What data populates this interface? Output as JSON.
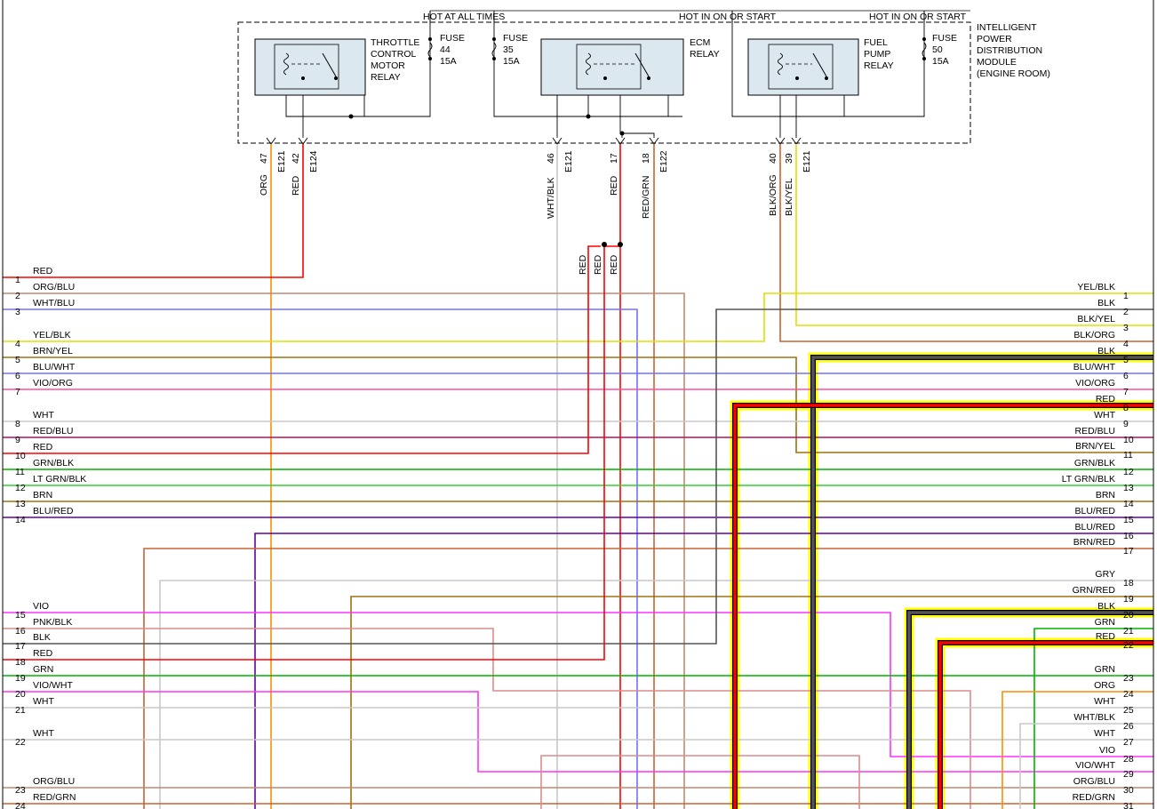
{
  "header": {
    "hot_at_all_times": "HOT AT ALL TIMES",
    "hot_in_on_1": "HOT IN ON OR START",
    "hot_in_on_2": "HOT IN ON OR START"
  },
  "module": [
    "INTELLIGENT",
    "POWER",
    "DISTRIBUTION",
    "MODULE",
    "(ENGINE ROOM)"
  ],
  "relays": {
    "throttle": [
      "THROTTLE",
      "CONTROL",
      "MOTOR",
      "RELAY"
    ],
    "ecm": [
      "ECM",
      "RELAY"
    ],
    "fuel": [
      "FUEL",
      "PUMP",
      "RELAY"
    ]
  },
  "fuses": {
    "f44": [
      "FUSE",
      "44",
      "15A"
    ],
    "f35": [
      "FUSE",
      "35",
      "15A"
    ],
    "f50": [
      "FUSE",
      "50",
      "15A"
    ]
  },
  "connectors": {
    "p47": "47",
    "p42": "42",
    "p46": "46",
    "p17": "17",
    "p18": "18",
    "p40": "40",
    "p39": "39",
    "e121a": "E121",
    "e124": "E124",
    "e121b": "E121",
    "e122": "E122",
    "e121c": "E121"
  },
  "vertical_labels": {
    "org": "ORG",
    "red42": "RED",
    "whtblk": "WHT/BLK",
    "red17": "RED",
    "redgrn": "RED/GRN",
    "blkorg": "BLK/ORG",
    "blkyel": "BLK/YEL",
    "red_a": "RED",
    "red_b": "RED",
    "red_c": "RED"
  },
  "left_pins": [
    {
      "n": "1",
      "label": "RED"
    },
    {
      "n": "2",
      "label": "ORG/BLU"
    },
    {
      "n": "3",
      "label": "WHT/BLU"
    },
    {
      "n": "4",
      "label": "YEL/BLK"
    },
    {
      "n": "5",
      "label": "BRN/YEL"
    },
    {
      "n": "6",
      "label": "BLU/WHT"
    },
    {
      "n": "7",
      "label": "VIO/ORG"
    },
    {
      "n": "8",
      "label": "WHT"
    },
    {
      "n": "9",
      "label": "RED/BLU"
    },
    {
      "n": "10",
      "label": "RED"
    },
    {
      "n": "11",
      "label": "GRN/BLK"
    },
    {
      "n": "12",
      "label": "LT GRN/BLK"
    },
    {
      "n": "13",
      "label": "BRN"
    },
    {
      "n": "14",
      "label": "BLU/RED"
    },
    {
      "n": "15",
      "label": "VIO"
    },
    {
      "n": "16",
      "label": "PNK/BLK"
    },
    {
      "n": "17",
      "label": "BLK"
    },
    {
      "n": "18",
      "label": "RED"
    },
    {
      "n": "19",
      "label": "GRN"
    },
    {
      "n": "20",
      "label": "VIO/WHT"
    },
    {
      "n": "21",
      "label": "WHT"
    },
    {
      "n": "22",
      "label": "WHT"
    },
    {
      "n": "23",
      "label": "ORG/BLU"
    },
    {
      "n": "24",
      "label": "RED/GRN"
    }
  ],
  "right_pins": [
    {
      "n": "1",
      "label": "YEL/BLK"
    },
    {
      "n": "2",
      "label": "BLK"
    },
    {
      "n": "3",
      "label": "BLK/YEL"
    },
    {
      "n": "4",
      "label": "BLK/ORG"
    },
    {
      "n": "5",
      "label": "BLK"
    },
    {
      "n": "6",
      "label": "BLU/WHT"
    },
    {
      "n": "7",
      "label": "VIO/ORG"
    },
    {
      "n": "8",
      "label": "RED"
    },
    {
      "n": "9",
      "label": "WHT"
    },
    {
      "n": "10",
      "label": "RED/BLU"
    },
    {
      "n": "11",
      "label": "BRN/YEL"
    },
    {
      "n": "12",
      "label": "GRN/BLK"
    },
    {
      "n": "13",
      "label": "LT GRN/BLK"
    },
    {
      "n": "14",
      "label": "BRN"
    },
    {
      "n": "15",
      "label": "BLU/RED"
    },
    {
      "n": "16",
      "label": "BLU/RED"
    },
    {
      "n": "17",
      "label": "BRN/RED"
    },
    {
      "n": "18",
      "label": "GRY"
    },
    {
      "n": "19",
      "label": "GRN/RED"
    },
    {
      "n": "20",
      "label": "BLK"
    },
    {
      "n": "21",
      "label": "GRN"
    },
    {
      "n": "22",
      "label": "RED"
    },
    {
      "n": "23",
      "label": "GRN"
    },
    {
      "n": "24",
      "label": "ORG"
    },
    {
      "n": "25",
      "label": "WHT"
    },
    {
      "n": "26",
      "label": "WHT/BLK"
    },
    {
      "n": "27",
      "label": "WHT"
    },
    {
      "n": "28",
      "label": "VIO"
    },
    {
      "n": "29",
      "label": "VIO/WHT"
    },
    {
      "n": "30",
      "label": "ORG/BLU"
    },
    {
      "n": "31",
      "label": "RED/GRN"
    }
  ],
  "colors": {
    "red": "#ff0000",
    "org": "#ff8c00",
    "blu_org": "#c08a70",
    "wht": "#c8c8c8",
    "wht_blu": "#7070ff",
    "yel": "#e0e000",
    "brn": "#a07010",
    "brn_org": "#c86432",
    "vio_org": "#ff50a0",
    "red_blu": "#b4145a",
    "grn": "#00b400",
    "lt_grn": "#32d232",
    "blu_red": "#6400a0",
    "vio": "#ff32ff",
    "pnk_blk": "#dc8c8c",
    "blk": "#555555",
    "highlight": "#ffff00",
    "relay_fill": "#dce8f0"
  }
}
